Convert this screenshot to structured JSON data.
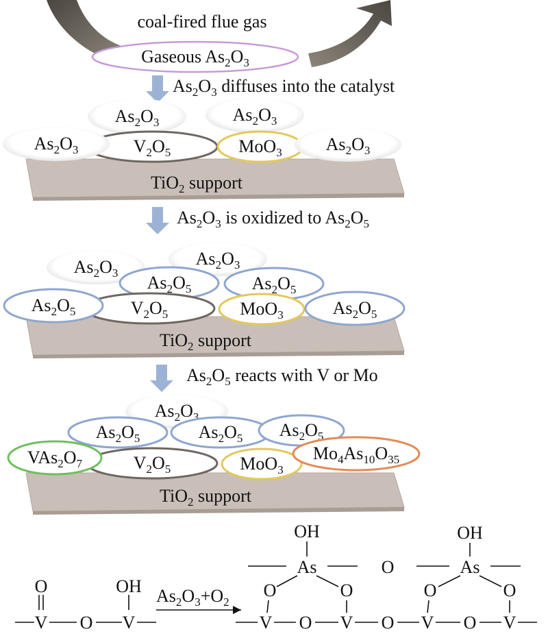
{
  "flue_gas": {
    "label": "coal-fired flue gas",
    "gaseous_label": "Gaseous As2O3"
  },
  "steps": [
    "As2O3 diffuses into the catalyst",
    "As2O3 is oxidized to As2O5",
    "As2O5 reacts with V or Mo"
  ],
  "support_label": "TiO2 support",
  "panel1": [
    "As2O3",
    "As2O3",
    "As2O3",
    "V2O5",
    "MoO3",
    "As2O3"
  ],
  "panel2": [
    "As2O3",
    "As2O3",
    "As2O5",
    "As2O5",
    "As2O5",
    "V2O5",
    "MoO3",
    "As2O5"
  ],
  "panel3": [
    "As2O3",
    "As2O5",
    "As2O5",
    "As2O5",
    "VAs2O7",
    "V2O5",
    "MoO3",
    "Mo4As10O35"
  ],
  "reaction": {
    "reagent": "As2O3+O2",
    "V": "V",
    "O": "O",
    "OH": "OH",
    "As": "As"
  },
  "colors": {
    "arrow": "#9db3d6",
    "support": "#c9bfb8",
    "v2o5_ring": "#6e6661",
    "moo3_ring": "#e3c85a",
    "as2o5_ring": "#8fa6cf",
    "vas2o7_ring": "#6fbf5e",
    "mo4as10o35_ring": "#e38a55",
    "gas_ring": "#c79ad6"
  }
}
